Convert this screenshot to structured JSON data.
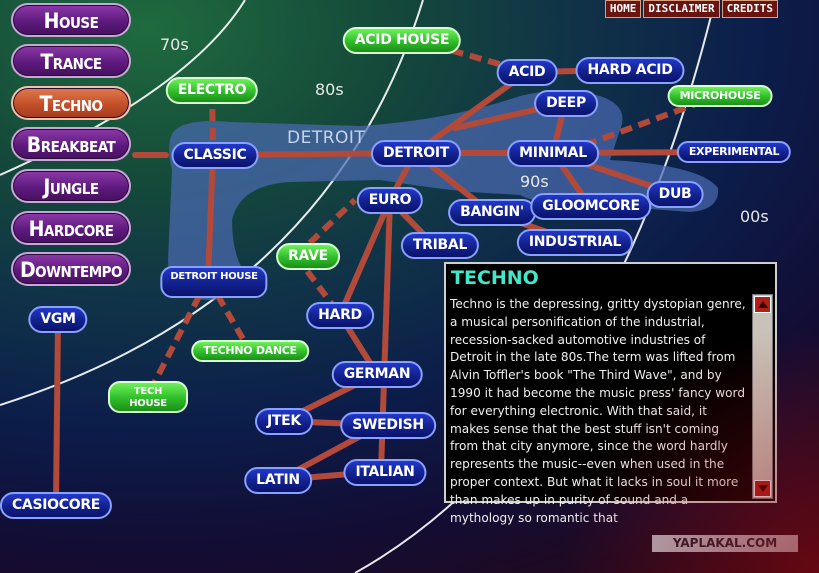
{
  "genres": [
    "House",
    "Trance",
    "Techno",
    "Breakbeat",
    "Jungle",
    "Hardcore",
    "Downtempo"
  ],
  "active_genre": "Techno",
  "nav": [
    "HOME",
    "DISCLAIMER",
    "CREDITS"
  ],
  "eras": [
    "70s",
    "80s",
    "90s",
    "00s"
  ],
  "region_label": "DETROIT",
  "nodes": {
    "acid_house": "ACID HOUSE",
    "acid": "ACID",
    "hard_acid": "HARD ACID",
    "electro": "ELECTRO",
    "deep": "DEEP",
    "microhouse": "MICROHOUSE",
    "classic": "CLASSIC",
    "detroit": "DETROIT",
    "minimal": "MINIMAL",
    "experimental": "EXPERIMENTAL",
    "euro": "EURO",
    "bangin": "BANGIN'",
    "gloomcore": "GLOOMCORE",
    "dub": "DUB",
    "tribal": "TRIBAL",
    "industrial": "INDUSTRIAL",
    "detroit_house": "DETROIT HOUSE",
    "rave": "RAVE",
    "hard": "HARD",
    "techno_dance": "TECHNO DANCE",
    "vgm": "VGM",
    "tech_house": "TECH HOUSE",
    "german": "GERMAN",
    "jtek": "JTEK",
    "swedish": "SWEDISH",
    "latin": "LATIN",
    "italian": "ITALIAN",
    "casiocore": "CASIOCORE"
  },
  "info": {
    "title": "TECHNO",
    "text": "Techno is the depressing, gritty dystopian genre, a musical personification of the industrial, recession-sacked automotive industries of Detroit in the late 80s.The term was lifted from Alvin Toffler's book \"The Third Wave\", and by 1990 it had become the music press' fancy word for everything electronic. With that said, it makes sense that the best stuff isn't coming from that city anymore, since the word hardly represents the music--even when used in the proper context. But what it lacks in soul it more than makes up in purity of sound and a mythology so romantic that"
  },
  "watermark": "YAPLAKAL.COM",
  "colors": {
    "node_blue": "#12218e",
    "node_green": "#2fbd2a",
    "genre_purple": "#5e1a7e",
    "genre_active": "#c4502a",
    "link": "#b14a3a",
    "info_title": "#3ee8c8"
  }
}
